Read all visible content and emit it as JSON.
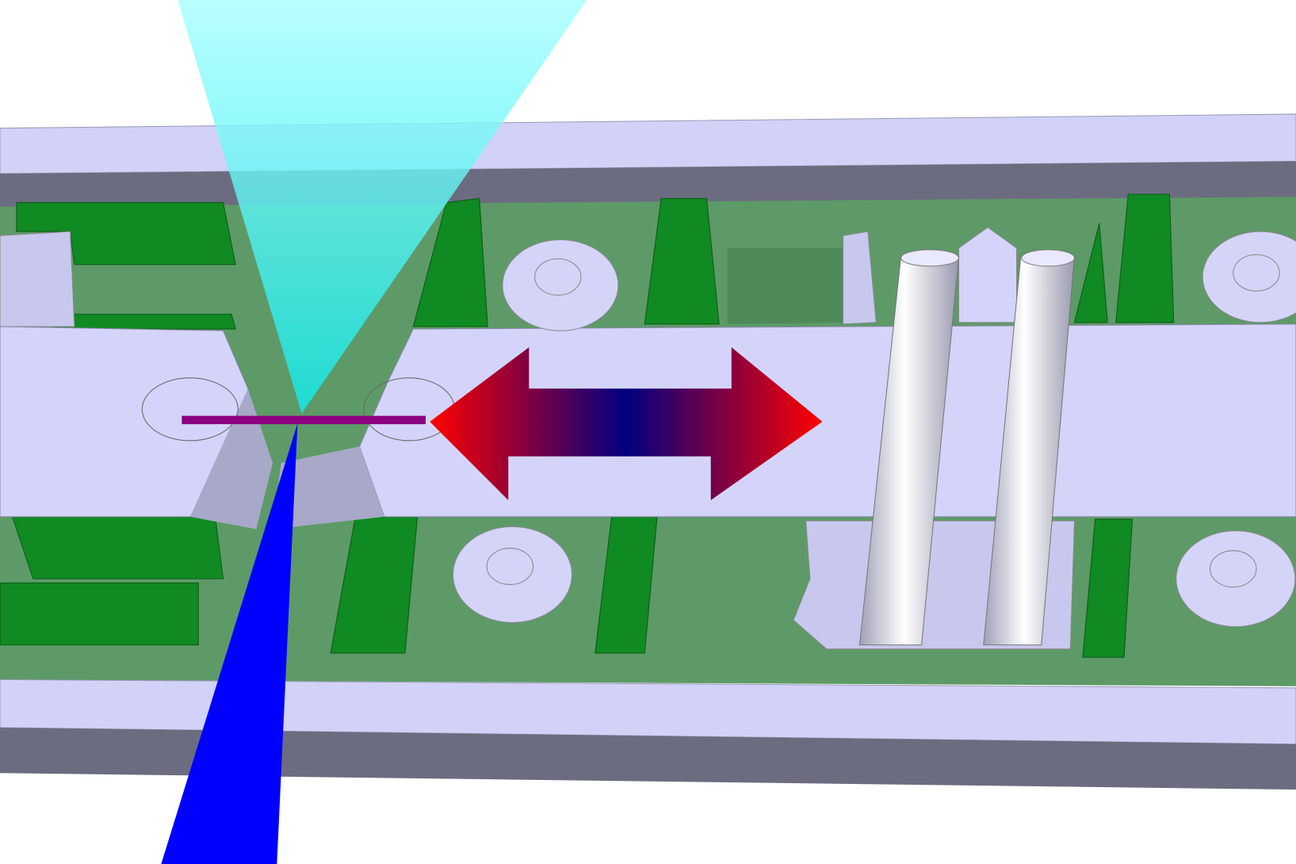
{
  "diagram": {
    "colors": {
      "background": "#ffffff",
      "rail": "#d2d2f8",
      "rail_shadow": "#6c6c80",
      "floor": "#5d9a68",
      "green_block": "#108a22",
      "beam": "#d4d4fa",
      "incident_cone": "#20ecec",
      "exit_beam": "#0000ff",
      "sample": "#8a0080",
      "arrow_end": "#ff0000",
      "arrow_center": "#000080"
    },
    "icons": [
      "incident-beam-cone",
      "transmitted-beam",
      "double-arrow",
      "sample-strip"
    ]
  }
}
